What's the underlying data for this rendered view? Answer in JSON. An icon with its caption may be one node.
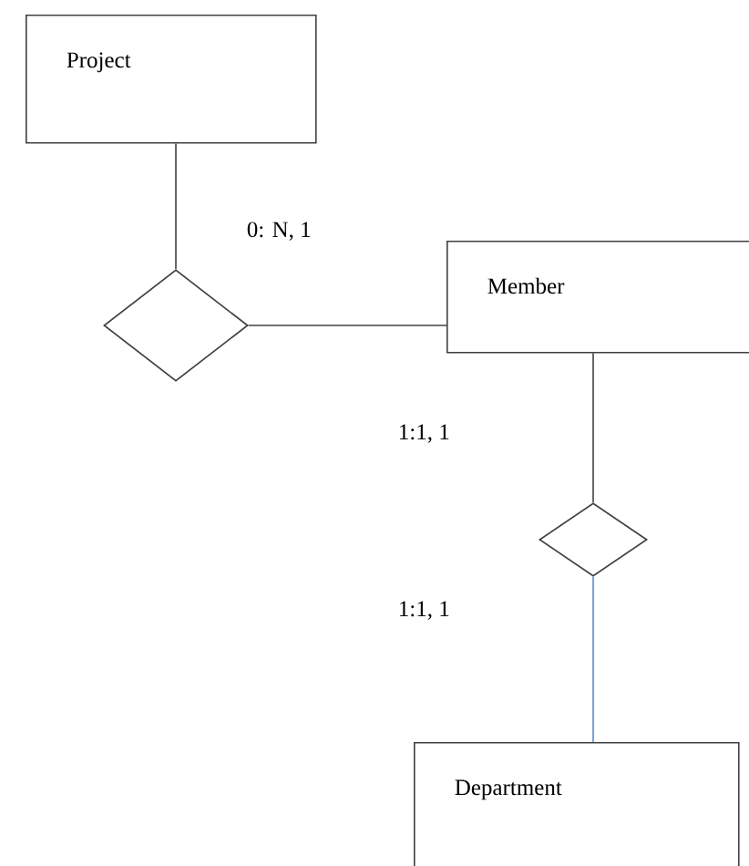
{
  "diagram": {
    "nodes": [
      {
        "text": [
          "Project"
        ]
      },
      {
        "text": [],
        "shape": "diamond"
      },
      {
        "text": [
          "Member"
        ]
      },
      {
        "text": [],
        "shape": "diamond"
      },
      {
        "text": [
          "Department"
        ]
      }
    ],
    "edges": [
      {
        "from": 0,
        "to": 1,
        "arrow": "none"
      },
      {
        "from": 1,
        "to": 2,
        "arrow": "none"
      },
      {
        "from": 2,
        "to": 3,
        "arrow": "none"
      },
      {
        "from": 3,
        "to": 4,
        "arrow": "none",
        "color": "#5b8bd0"
      }
    ],
    "labels": [
      "0: N, 1",
      "1:1, 1",
      "1:1, 1"
    ]
  }
}
